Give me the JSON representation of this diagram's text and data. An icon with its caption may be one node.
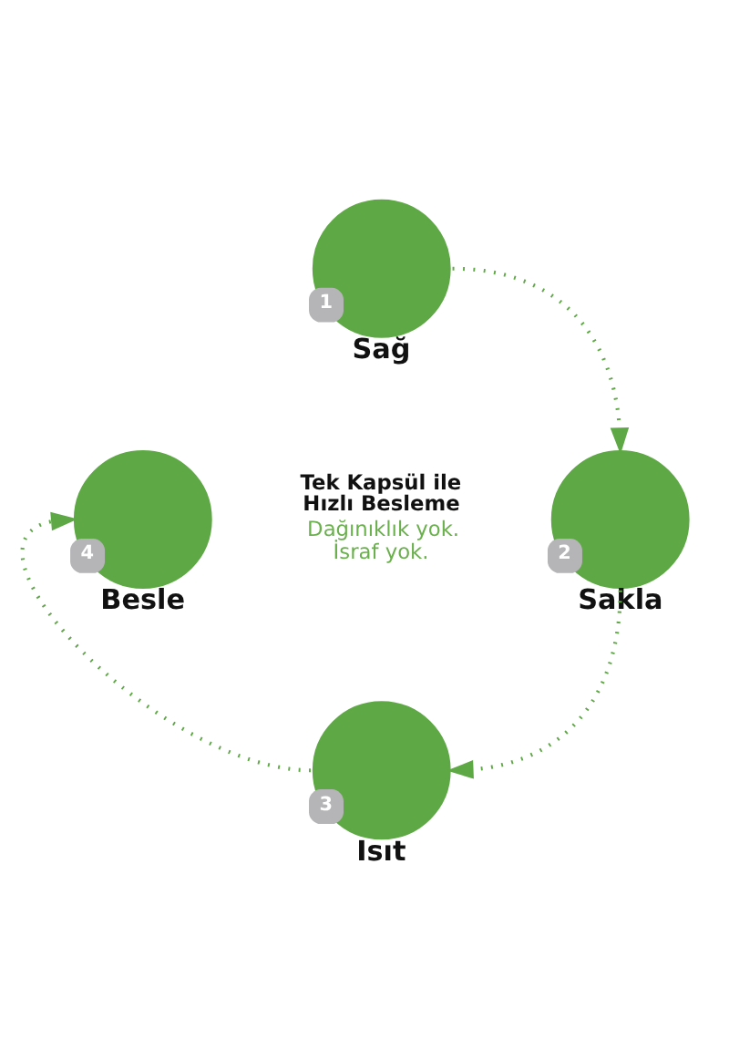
{
  "diagram": {
    "nodes": [
      {
        "text": [
          "1",
          "Sağ"
        ]
      },
      {
        "text": [
          "2",
          "Sakla"
        ]
      },
      {
        "text": [
          "3",
          "Isıt"
        ]
      },
      {
        "text": [
          "4",
          "Besle"
        ]
      }
    ],
    "edges": [
      {
        "from": 0,
        "to": 1,
        "arrow": "to",
        "style": "dashed"
      },
      {
        "from": 1,
        "to": 2,
        "arrow": "to",
        "style": "dashed"
      },
      {
        "from": 2,
        "to": 3,
        "arrow": "to",
        "style": "dashed"
      }
    ],
    "labels": [
      "Tek Kapsül ile Hızlı Besleme",
      "Dağınıklık yok. İsraf yok."
    ]
  }
}
